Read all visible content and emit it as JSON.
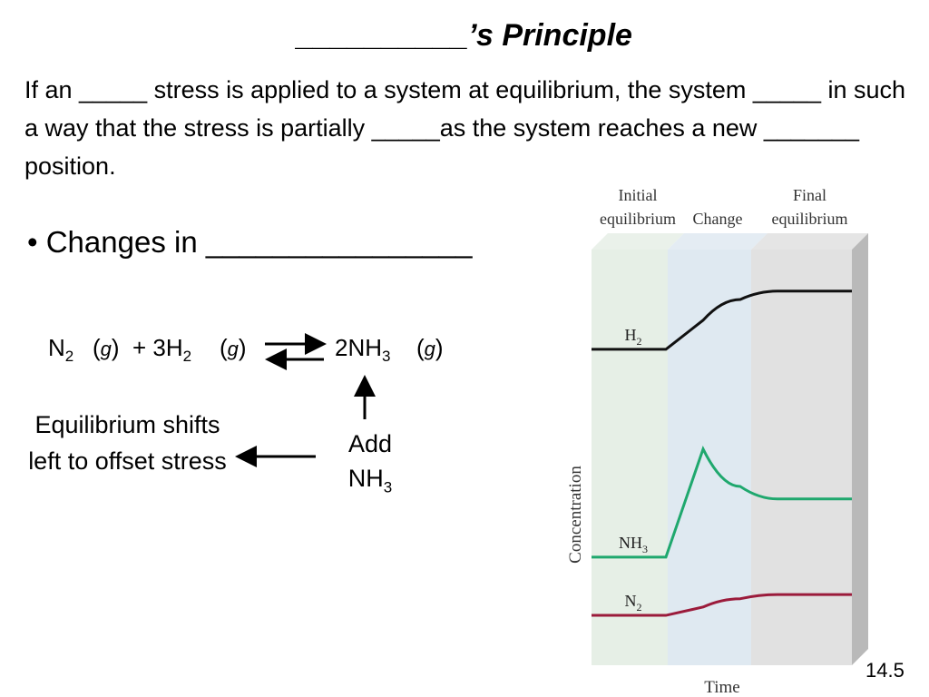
{
  "slide": {
    "title": "__________’s Principle",
    "definition": "If an _____ stress is applied to a system at equilibrium, the system _____ in such a way that the stress is partially _____as the system reaches a new _______ position.",
    "bullet": "• Changes in ________________",
    "equation": {
      "n2": "N",
      "n2_sub": "2",
      "g1": "g",
      "plus_coef": "+ 3H",
      "h2_sub": "2",
      "g2": "g",
      "product": "2NH",
      "nh3_sub": "3",
      "g3": "g"
    },
    "shift_text": "Equilibrium shifts left to offset stress",
    "add_line1": "Add",
    "add_line2": "NH",
    "add_sub": "3",
    "slide_number": "14.5"
  },
  "chart_data": {
    "type": "line",
    "phases": [
      {
        "label_line1": "Initial",
        "label_line2": "equilibrium",
        "color": "#e6efe6"
      },
      {
        "label_line1": "Change",
        "label_line2": "",
        "color": "#dfe9f1"
      },
      {
        "label_line1": "Final",
        "label_line2": "equilibrium",
        "color": "#e1e1e1"
      }
    ],
    "xlabel": "Time",
    "ylabel": "Concentration",
    "x": [
      0,
      1,
      2,
      3,
      4,
      5,
      6,
      7
    ],
    "series": [
      {
        "name": "H",
        "sub": "2",
        "color": "#111111",
        "values": [
          0.76,
          0.76,
          0.76,
          0.83,
          0.88,
          0.9,
          0.9,
          0.9
        ]
      },
      {
        "name": "NH",
        "sub": "3",
        "color": "#1fa86e",
        "values": [
          0.26,
          0.26,
          0.26,
          0.52,
          0.43,
          0.4,
          0.4,
          0.4
        ]
      },
      {
        "name": "N",
        "sub": "2",
        "color": "#9b1b3b",
        "values": [
          0.12,
          0.12,
          0.12,
          0.14,
          0.16,
          0.17,
          0.17,
          0.17
        ]
      }
    ]
  }
}
